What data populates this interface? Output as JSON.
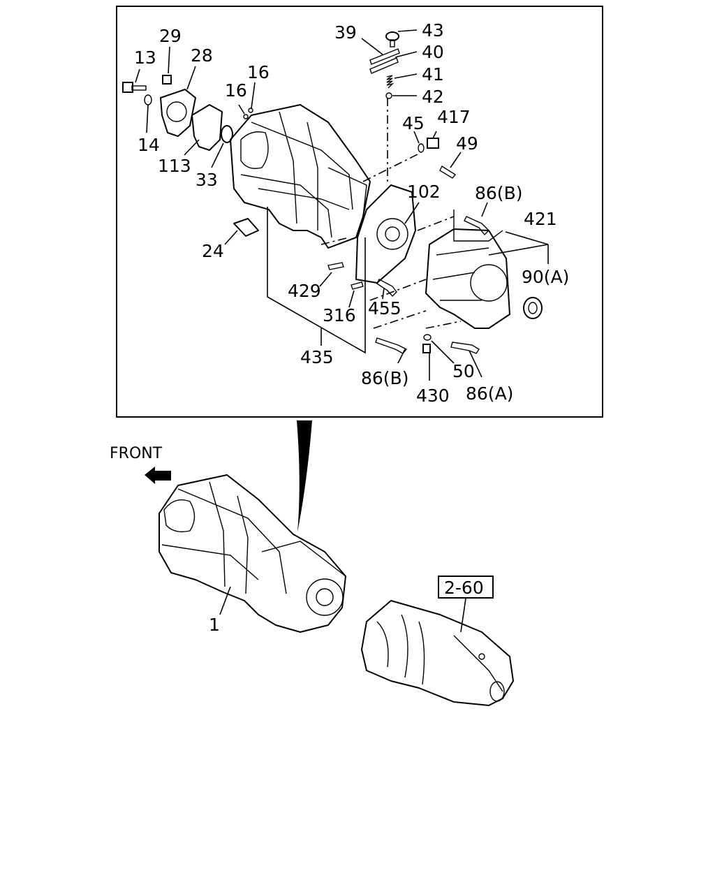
{
  "front_label": "FRONT",
  "reference": "2-60",
  "labels": {
    "l43": "43",
    "l39": "39",
    "l40": "40",
    "l41": "41",
    "l42": "42",
    "l29": "29",
    "l28": "28",
    "l13": "13",
    "l16a": "16",
    "l16b": "16",
    "l14": "14",
    "l113": "113",
    "l33": "33",
    "l45": "45",
    "l417": "417",
    "l49": "49",
    "l102": "102",
    "l86b_top": "86(B)",
    "l421": "421",
    "l24": "24",
    "l90a": "90(A)",
    "l429": "429",
    "l455": "455",
    "l316": "316",
    "l435": "435",
    "l50": "50",
    "l86b_bot": "86(B)",
    "l430": "430",
    "l86a": "86(A)",
    "l1": "1"
  },
  "icons": [
    "front-arrow-icon"
  ]
}
